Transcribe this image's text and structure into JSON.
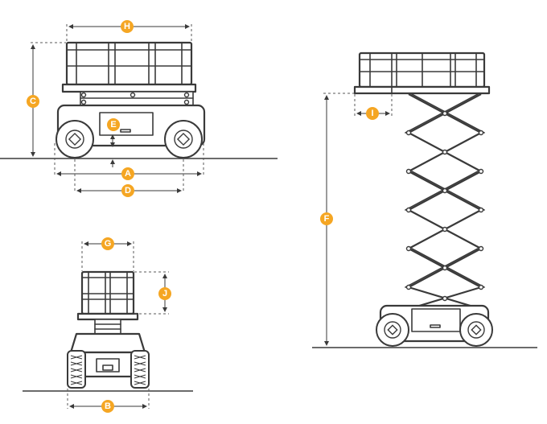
{
  "labels": {
    "A": "A",
    "B": "B",
    "C": "C",
    "D": "D",
    "E": "E",
    "F": "F",
    "G": "G",
    "H": "H",
    "I": "I",
    "J": "J"
  },
  "colors": {
    "badge": "#f5a623",
    "line": "#3a3a3a",
    "background": "#ffffff"
  }
}
